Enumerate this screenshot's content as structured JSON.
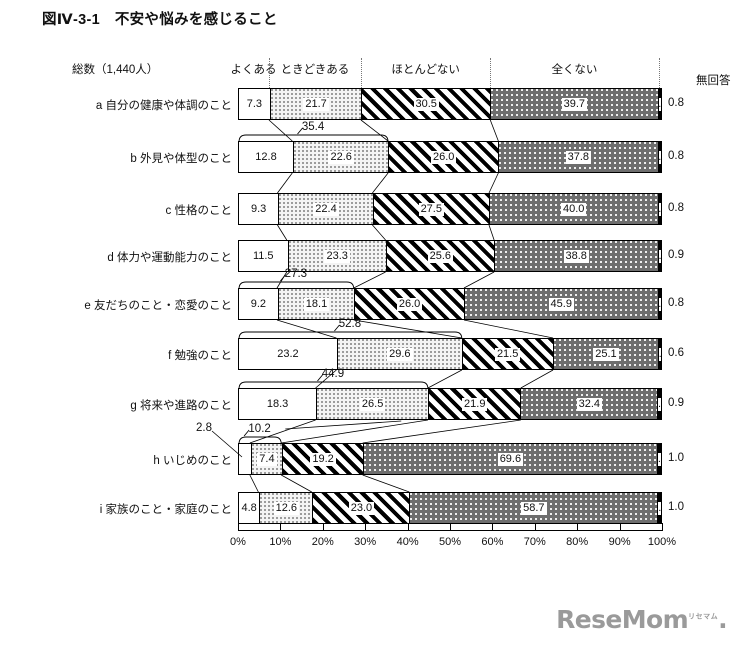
{
  "title": "図Ⅳ-3-1　不安や悩みを感じること",
  "header": {
    "total_label": "総数（1,440人）",
    "nonresponse_label": "無回答"
  },
  "logo": {
    "text": "ReseMom",
    "ruby": "リセマム",
    "dot": "."
  },
  "chart_data": {
    "type": "bar",
    "orientation": "horizontal",
    "stacked": true,
    "percent": true,
    "title": "図Ⅳ-3-1　不安や悩みを感じること",
    "subtitle": "総数（1,440人）",
    "xlabel": "",
    "ylabel": "",
    "xlim": [
      0,
      100
    ],
    "grid": false,
    "legend_position": "top",
    "xticks": [
      "0%",
      "10%",
      "20%",
      "30%",
      "40%",
      "50%",
      "60%",
      "70%",
      "80%",
      "90%",
      "100%"
    ],
    "xtick_values": [
      0,
      10,
      20,
      30,
      40,
      50,
      60,
      70,
      80,
      90,
      100
    ],
    "legend": [
      "よくある",
      "ときどきある",
      "ほとんどない",
      "全くない",
      "無回答"
    ],
    "categories": [
      "a 自分の健康や体調のこと",
      "b 外見や体型のこと",
      "c 性格のこと",
      "d 体力や運動能力のこと",
      "e 友だちのこと・恋愛のこと",
      "f 勉強のこと",
      "g 将来や進路のこと",
      "h いじめのこと",
      "i 家族のこと・家庭のこと"
    ],
    "series": [
      {
        "name": "よくある",
        "values": [
          7.3,
          12.8,
          9.3,
          11.5,
          9.2,
          23.2,
          18.3,
          2.8,
          4.8
        ]
      },
      {
        "name": "ときどきある",
        "values": [
          21.7,
          22.6,
          22.4,
          23.3,
          18.1,
          29.6,
          26.5,
          7.4,
          12.6
        ]
      },
      {
        "name": "ほとんどない",
        "values": [
          30.5,
          26.0,
          27.5,
          25.6,
          26.0,
          21.5,
          21.9,
          19.2,
          23.0
        ]
      },
      {
        "name": "全くない",
        "values": [
          39.7,
          37.8,
          40.0,
          38.8,
          45.9,
          25.1,
          32.4,
          69.6,
          58.7
        ]
      },
      {
        "name": "無回答",
        "values": [
          0.8,
          0.8,
          0.8,
          0.9,
          0.8,
          0.6,
          0.9,
          1.0,
          1.0
        ]
      }
    ],
    "annotations": [
      {
        "label": "35.4",
        "row": 1,
        "note": "よくある＋ときどきある"
      },
      {
        "label": "27.3",
        "row": 4,
        "note": "よくある＋ときどきある"
      },
      {
        "label": "52.8",
        "row": 5,
        "note": "よくある＋ときどきある"
      },
      {
        "label": "44.9",
        "row": 6,
        "note": "よくある＋ときどきある"
      }
    ]
  },
  "rows": [
    {
      "label": "a 自分の健康や体調のこと",
      "v0": "7.3",
      "v1": "21.7",
      "v2": "30.5",
      "v3": "39.7",
      "v4": "0.8"
    },
    {
      "label": "b 外見や体型のこと",
      "v0": "12.8",
      "v1": "22.6",
      "v2": "26.0",
      "v3": "37.8",
      "v4": "0.8",
      "bracket": "35.4"
    },
    {
      "label": "c 性格のこと",
      "v0": "9.3",
      "v1": "22.4",
      "v2": "27.5",
      "v3": "40.0",
      "v4": "0.8"
    },
    {
      "label": "d 体力や運動能力のこと",
      "v0": "11.5",
      "v1": "23.3",
      "v2": "25.6",
      "v3": "38.8",
      "v4": "0.9"
    },
    {
      "label": "e 友だちのこと・恋愛のこと",
      "v0": "9.2",
      "v1": "18.1",
      "v2": "26.0",
      "v3": "45.9",
      "v4": "0.8",
      "bracket": "27.3"
    },
    {
      "label": "f 勉強のこと",
      "v0": "23.2",
      "v1": "29.6",
      "v2": "21.5",
      "v3": "25.1",
      "v4": "0.6",
      "bracket": "52.8"
    },
    {
      "label": "g 将来や進路のこと",
      "v0": "18.3",
      "v1": "26.5",
      "v2": "21.9",
      "v3": "32.4",
      "v4": "0.9",
      "bracket": "44.9"
    },
    {
      "label": "h いじめのこと",
      "v0": "",
      "v1": "7.4",
      "v2": "19.2",
      "v3": "69.6",
      "v4": "1.0",
      "bracket": "10.2",
      "outside": "2.8"
    },
    {
      "label": "i 家族のこと・家庭のこと",
      "v0": "4.8",
      "v1": "12.6",
      "v2": "23.0",
      "v3": "58.7",
      "v4": "1.0"
    }
  ]
}
